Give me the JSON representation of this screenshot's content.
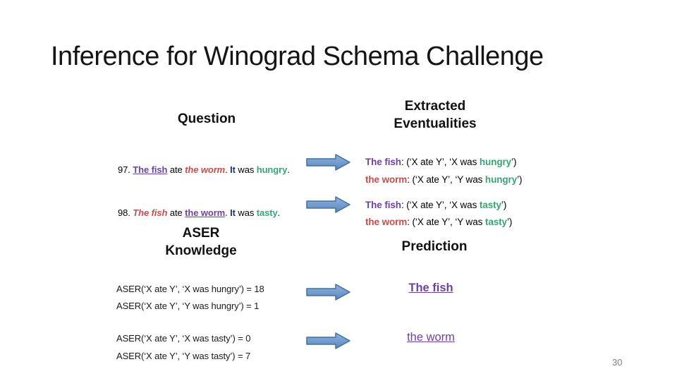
{
  "title": "Inference for Winograd Schema Challenge",
  "headings": {
    "question": "Question",
    "extracted1": "Extracted",
    "extracted2": "Eventualities",
    "aser1": "ASER",
    "aser2": "Knowledge",
    "prediction": "Prediction"
  },
  "q97": {
    "num": "97. ",
    "cand": "The fish",
    "mid1": " ate ",
    "alt": "the worm",
    "dot1": ". ",
    "pron": "It",
    "mid2": " was ",
    "state": "hungry",
    "dot2": "."
  },
  "q98": {
    "num": "98. ",
    "alt": "The fish",
    "mid1": " ate ",
    "cand": "the worm",
    "dot1": ". ",
    "pron": "It",
    "mid2": " was ",
    "state": "tasty",
    "dot2": "."
  },
  "ev97": {
    "l1_subj": "The fish",
    "l1_body": ": (‘X ate Y’, ‘X was ",
    "l1_state": "hungry",
    "l1_end": "’)",
    "l2_subj": "the worm",
    "l2_body": ": (‘X ate Y’, ‘Y was ",
    "l2_state": "hungry",
    "l2_end": "’)"
  },
  "ev98": {
    "l1_subj": "The fish",
    "l1_body": ": (‘X ate Y’, ‘X was ",
    "l1_state": "tasty",
    "l1_end": "’)",
    "l2_subj": "the worm",
    "l2_body": ": (‘X ate Y’, ‘Y was ",
    "l2_state": "tasty",
    "l2_end": "’)"
  },
  "aser": {
    "s1": "ASER(‘X ate Y’, ‘X was hungry’) = 18",
    "s2": "ASER(‘X ate Y’, ‘Y was hungry’) = 1",
    "s3": "ASER(‘X ate Y’, ‘X was tasty’) = 0",
    "s4": "ASER(‘X ate Y’, ‘Y was tasty’) = 7"
  },
  "predictions": {
    "p97": "The fish",
    "p98": "the worm"
  },
  "page_number": "30",
  "colors": {
    "purple": "#6F42A0",
    "red": "#C0504D",
    "green": "#3AA374",
    "navy": "#1F3864",
    "arrow_fill": "#6D97CC",
    "arrow_border": "#41719C",
    "page_gray": "#7F7F7F"
  }
}
